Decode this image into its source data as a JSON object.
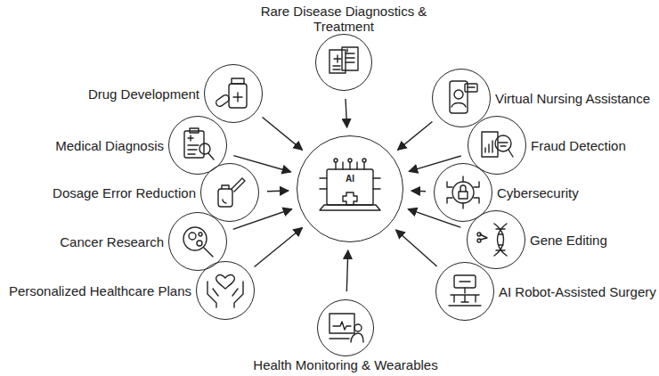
{
  "diagram": {
    "nodes": [
      {
        "text": [
          "Rare Disease Diagnostics & Treatment"
        ]
      },
      {
        "text": [
          "Drug Development"
        ]
      },
      {
        "text": [
          "Virtual Nursing Assistance"
        ]
      },
      {
        "text": [
          "Medical Diagnosis"
        ]
      },
      {
        "text": [
          "Fraud Detection"
        ]
      },
      {
        "text": [
          "Dosage Error Reduction"
        ]
      },
      {
        "text": [
          "AI"
        ]
      },
      {
        "text": [
          "Cybersecurity"
        ]
      },
      {
        "text": [
          "Cancer Research"
        ]
      },
      {
        "text": [
          "Gene Editing"
        ]
      },
      {
        "text": [
          "Personalized Healthcare Plans"
        ]
      },
      {
        "text": [
          "AI Robot-Assisted Surgery"
        ]
      },
      {
        "text": [
          "Health Monitoring & Wearables"
        ]
      }
    ],
    "edges": [
      {
        "from": 0,
        "to": 6,
        "arrow": "to"
      },
      {
        "from": 1,
        "to": 6,
        "arrow": "to"
      },
      {
        "from": 2,
        "to": 6,
        "arrow": "to"
      },
      {
        "from": 3,
        "to": 6,
        "arrow": "to"
      },
      {
        "from": 4,
        "to": 6,
        "arrow": "to"
      },
      {
        "from": 5,
        "to": 6,
        "arrow": "to"
      },
      {
        "from": 7,
        "to": 6,
        "arrow": "to"
      },
      {
        "from": 8,
        "to": 6,
        "arrow": "to"
      },
      {
        "from": 9,
        "to": 6,
        "arrow": "to"
      },
      {
        "from": 10,
        "to": 6,
        "arrow": "to"
      },
      {
        "from": 11,
        "to": 6,
        "arrow": "to"
      },
      {
        "from": 12,
        "to": 6,
        "arrow": "to"
      }
    ]
  }
}
